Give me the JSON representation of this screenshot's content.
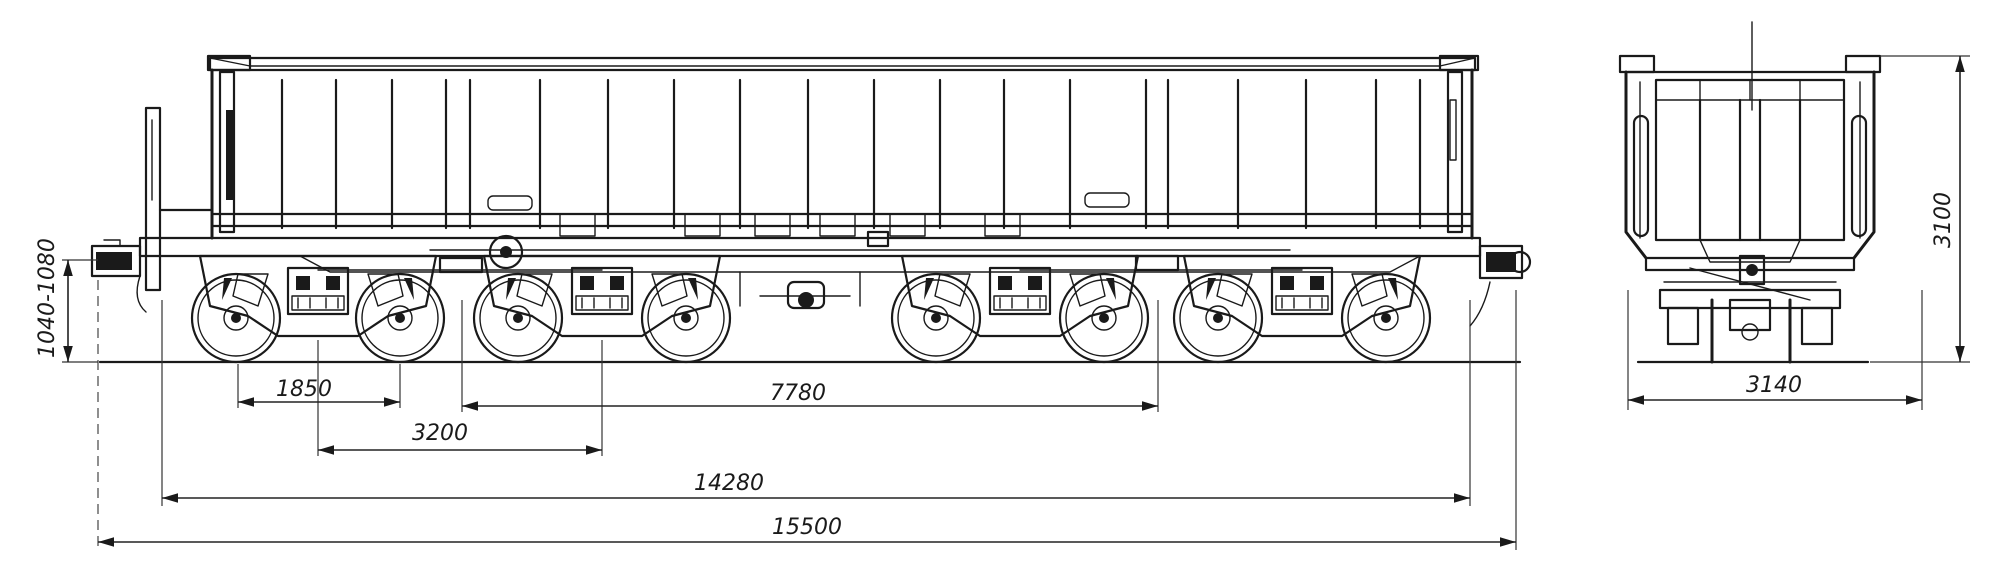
{
  "dimensions": {
    "wheelbase_bogie": "1850",
    "bogie_center_span": "3200",
    "pivot_span": "7780",
    "length_over_body": "14280",
    "length_over_couplers": "15500",
    "width": "3140",
    "height": "3100",
    "coupler_height": "1040-1080"
  }
}
